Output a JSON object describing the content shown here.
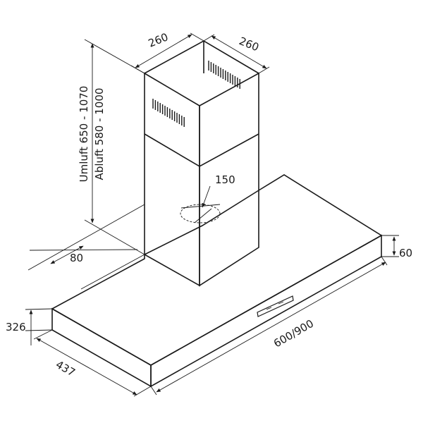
{
  "dimensions": {
    "chimney_width": "260",
    "chimney_depth": "260",
    "height_recirculation": "Umluft 650 - 1070",
    "height_extraction": "Abluft 580 - 1000",
    "duct_diameter": "150",
    "wall_offset": "80",
    "hood_thickness": "60",
    "hood_width": "600/900",
    "total_depth": "437",
    "front_height": "326"
  }
}
